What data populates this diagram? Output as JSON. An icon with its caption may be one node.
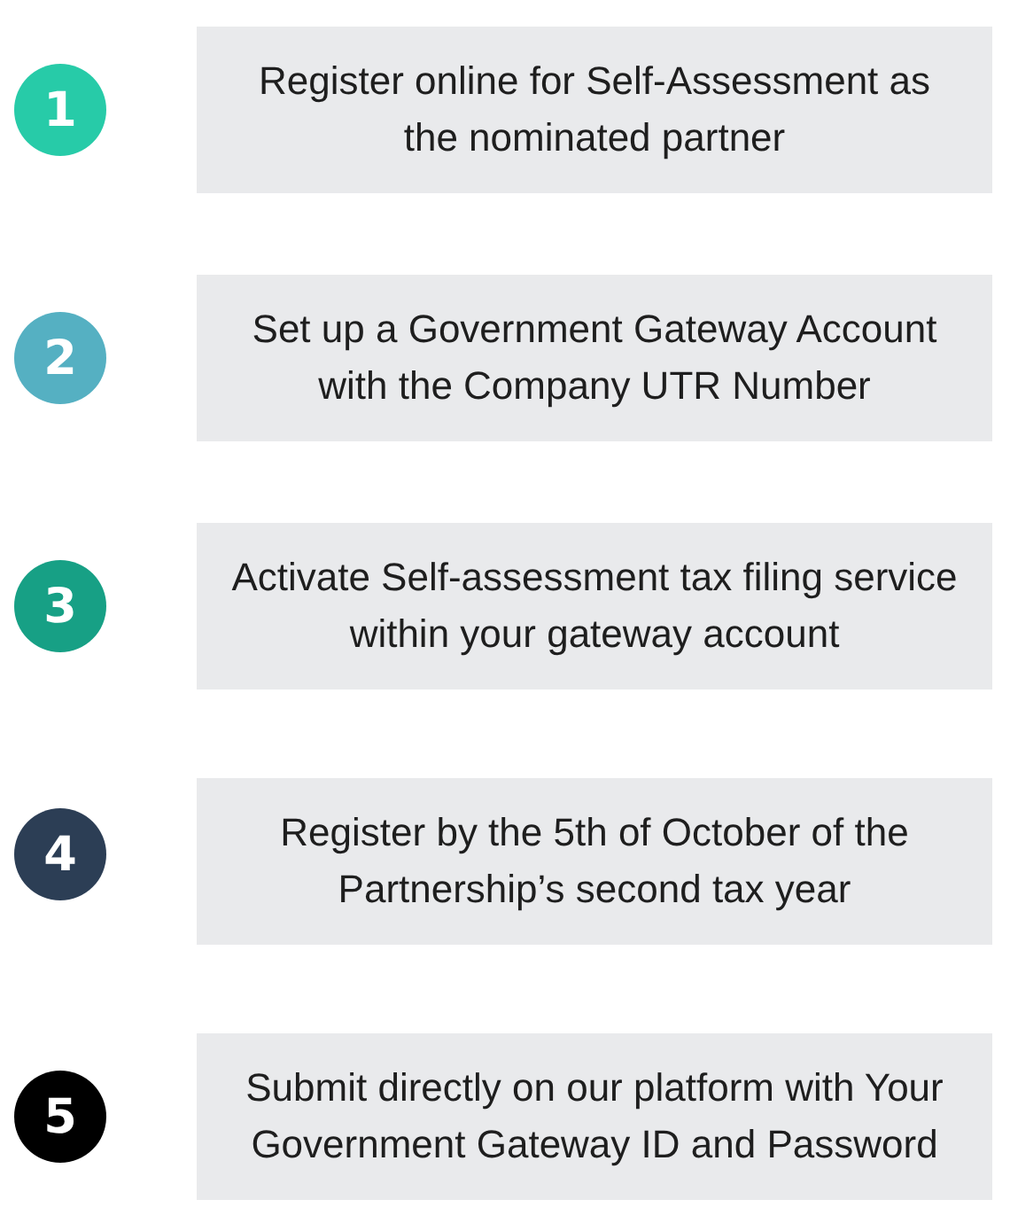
{
  "diagram": {
    "nodes": [
      {
        "text": [
          "1"
        ]
      },
      {
        "text": [
          "Register online for Self-Assessment as the nominated partner"
        ]
      },
      {
        "text": [
          "2"
        ]
      },
      {
        "text": [
          "Set up a Government Gateway Account with the Company UTR Number"
        ]
      },
      {
        "text": [
          "3"
        ]
      },
      {
        "text": [
          "Activate Self-assessment tax filing service within your gateway account"
        ]
      },
      {
        "text": [
          "4"
        ]
      },
      {
        "text": [
          "Register by the 5th of October of the Partnership’s second tax year"
        ]
      },
      {
        "text": [
          "5"
        ]
      },
      {
        "text": [
          "Submit directly on our platform with Your Government Gateway ID and Password"
        ]
      }
    ],
    "edges": []
  }
}
